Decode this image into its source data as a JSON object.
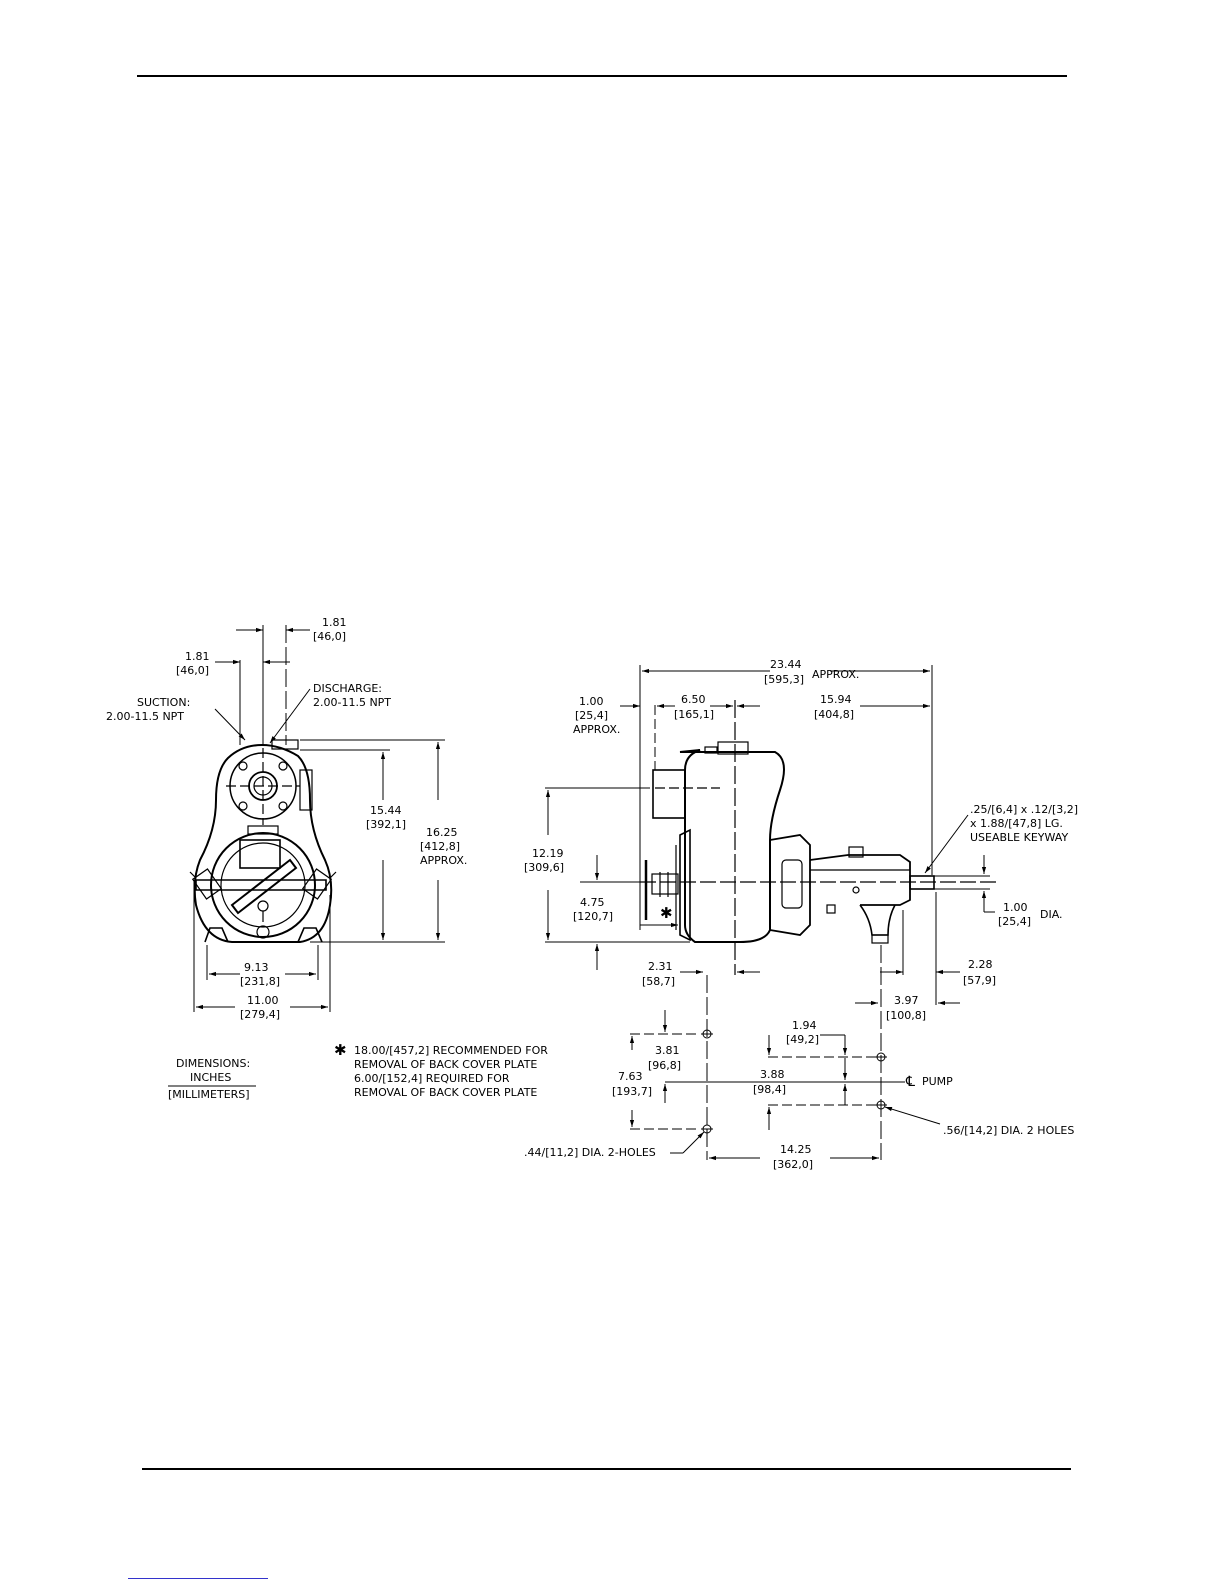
{
  "front_view": {
    "top_dim_in": "1.81",
    "top_dim_mm": "[46,0]",
    "left_dim_in": "1.81",
    "left_dim_mm": "[46,0]",
    "suction_title": "SUCTION:",
    "suction_size": "2.00-11.5 NPT",
    "discharge_title": "DISCHARGE:",
    "discharge_size": "2.00-11.5 NPT",
    "h1_in": "15.44",
    "h1_mm": "[392,1]",
    "h2_in": "16.25",
    "h2_mm": "[412,8]",
    "h2_note": "APPROX.",
    "base1_in": "9.13",
    "base1_mm": "[231,8]",
    "base2_in": "11.00",
    "base2_mm": "[279,4]"
  },
  "side_view": {
    "overall_in": "23.44",
    "overall_mm": "[595,3]",
    "overall_note": "APPROX.",
    "d100_in": "1.00",
    "d100_mm": "[25,4]",
    "d100_note": "APPROX.",
    "d650_in": "6.50",
    "d650_mm": "[165,1]",
    "d1594_in": "15.94",
    "d1594_mm": "[404,8]",
    "d1219_in": "12.19",
    "d1219_mm": "[309,6]",
    "d475_in": "4.75",
    "d475_mm": "[120,7]",
    "asterisk": "✱",
    "keyway_1": ".25/[6,4] x .12/[3,2]",
    "keyway_2": "x 1.88/[47,8] LG.",
    "keyway_3": "USEABLE KEYWAY",
    "shaft_in": "1.00",
    "shaft_mm": "[25,4]",
    "shaft_note": "DIA.",
    "d231_in": "2.31",
    "d231_mm": "[58,7]",
    "d228_in": "2.28",
    "d228_mm": "[57,9]",
    "d397_in": "3.97",
    "d397_mm": "[100,8]"
  },
  "base_view": {
    "d194_in": "1.94",
    "d194_mm": "[49,2]",
    "d381_in": "3.81",
    "d381_mm": "[96,8]",
    "d763_in": "7.63",
    "d763_mm": "[193,7]",
    "d388_in": "3.88",
    "d388_mm": "[98,4]",
    "cl_pump": "PUMP",
    "cl_symbol": "℄",
    "holes_right": ".56/[14,2] DIA. 2 HOLES",
    "holes_left": ".44/[11,2] DIA. 2-HOLES",
    "d1425_in": "14.25",
    "d1425_mm": "[362,0]"
  },
  "notes": {
    "dims_title": "DIMENSIONS:",
    "dims_inches": "INCHES",
    "dims_mm": "[MILLIMETERS]",
    "star_symbol": "✱",
    "note_1": "18.00/[457,2] RECOMMENDED FOR",
    "note_2": "REMOVAL OF BACK COVER PLATE",
    "note_3": "6.00/[152,4] REQUIRED FOR",
    "note_4": "REMOVAL OF BACK COVER PLATE"
  }
}
